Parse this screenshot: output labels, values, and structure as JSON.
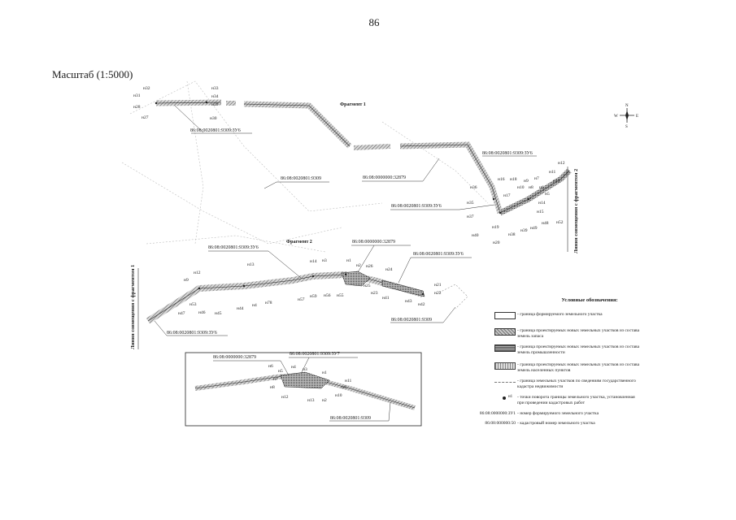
{
  "page": {
    "number": "86",
    "scale": "Масштаб (1:5000)"
  },
  "map": {
    "fragment_1_title": "Фрагмент 1",
    "fragment_2_title": "Фрагмент 2",
    "alignment_label_1": "Линия совмещения с фрагментом 1",
    "alignment_label_2": "Линия совмещения с фрагментом 2",
    "compass": {
      "n": "N",
      "s": "S",
      "w": "W",
      "e": "E"
    },
    "fragment_1_cadastral": [
      "86:08:0020801:9309:ЗУ6",
      "86:08:0020801:9309",
      "86:08:0000000:32879",
      "86:08:0020801:9309:ЗУ6",
      "86:08:0020801:9309:ЗУ6"
    ],
    "fragment_1_points_left": [
      "н32",
      "н31",
      "н28",
      "н27",
      "н33",
      "н34",
      "н29",
      "н30"
    ],
    "fragment_1_points_right": [
      "н36",
      "н35",
      "н37",
      "н40",
      "н20",
      "н19",
      "н38",
      "н39",
      "н16",
      "н17",
      "н18",
      "н10",
      "н9",
      "н8",
      "н7",
      "н6",
      "н5",
      "н11",
      "н12",
      "н13",
      "н14",
      "н15",
      "н48",
      "н49",
      "н52"
    ],
    "fragment_2_cadastral": [
      "86:08:0020801:9309:ЗУ6",
      "86:08:0000000:32879",
      "86:08:0020801:9309:ЗУ6",
      "86:08:0020801:9309:ЗУ6",
      "86:08:0020801:9309"
    ],
    "fragment_2_points": [
      "н9",
      "н12",
      "н53",
      "н47",
      "н46",
      "н45",
      "н13",
      "н44",
      "н4",
      "н78",
      "н57",
      "н59",
      "н14",
      "н3",
      "н56",
      "н55",
      "н1",
      "н2",
      "н26",
      "н25",
      "н23",
      "н24",
      "н41",
      "н43",
      "н42",
      "н21",
      "н22"
    ],
    "inset_cadastral": [
      "86:08:0000000:32879",
      "86:08:0020801:9309:ЗУ7",
      "86:08:0020801:9309"
    ],
    "inset_points": [
      "н6",
      "н5",
      "н4",
      "н3",
      "н1",
      "н7",
      "н8",
      "н9",
      "н10",
      "н11",
      "н12",
      "н13",
      "н2"
    ]
  },
  "legend": {
    "title": "Условные обозначения:",
    "items": [
      {
        "code": "",
        "text": "- граница формируемого земельного участка"
      },
      {
        "code": "",
        "text": "- граница проектируемых новых земельных участков из состава земель запаса"
      },
      {
        "code": "",
        "text": "- граница проектируемых новых земельных участков из состава земель промышленности"
      },
      {
        "code": "",
        "text": "- граница проектируемых новых земельных участков из состава земель населенных пунктов"
      },
      {
        "code": "",
        "text": "- граница земельных участков по сведениям государственного кадастра недвижимости"
      },
      {
        "code": "",
        "point_label": "н1",
        "text": "- точки поворота границы земельного участка, установленная при проведении кадастровых работ"
      },
      {
        "code": "86:08:0000000:ЗУ1",
        "text": "- номер формируемого земельного участка"
      },
      {
        "code": "86:08:000000:50",
        "text": "- кадастровый номер земельного участка"
      }
    ]
  }
}
